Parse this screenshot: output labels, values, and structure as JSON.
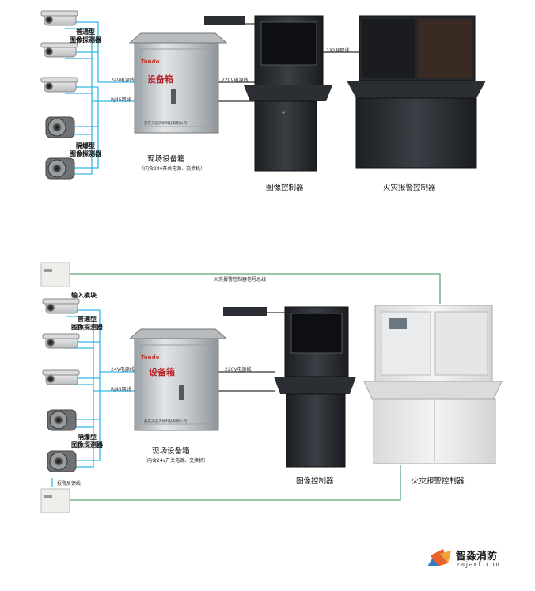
{
  "top": {
    "camera_normal_label": "普通型\n图像探测器",
    "camera_explosion_label": "隔爆型\n图像探测器",
    "box_brand": "Tondo",
    "box_title": "设备箱",
    "box_company": "重庆天迈消防科技有限公司",
    "wire_24v": "24V电源线",
    "wire_rj45": "RJ45网线",
    "wire_220v": "220V电源线",
    "wire_232": "232联网线",
    "caption_box": "现场设备箱",
    "caption_box_sub": "（内含24v开关电源、交换机）",
    "caption_image_ctrl": "图像控制器",
    "caption_fire_ctrl": "火灾报警控制器"
  },
  "bottom": {
    "input_module_label": "输入模块",
    "camera_normal_label": "普通型\n图像探测器",
    "camera_explosion_label": "隔爆型\n图像探测器",
    "box_brand": "Tondo",
    "box_title": "设备箱",
    "box_company": "重庆天迈消防科技有限公司",
    "wire_24v": "24V电源线",
    "wire_rj45": "RJ45网线",
    "wire_220v": "220V电源线",
    "wire_signal_bus": "火灾报警控制器信号总线",
    "wire_feedback": "报警反馈线",
    "caption_box": "现场设备箱",
    "caption_box_sub": "（内含24v开关电源、交换机）",
    "caption_image_ctrl": "图像控制器",
    "caption_fire_ctrl": "火灾报警控制器"
  },
  "watermark": {
    "name": "智淼消防",
    "url": "zmjaxf.com"
  },
  "colors": {
    "cyan_wire": "#35b6e6",
    "green_wire": "#5aa77a",
    "dark_wire": "#333333"
  }
}
